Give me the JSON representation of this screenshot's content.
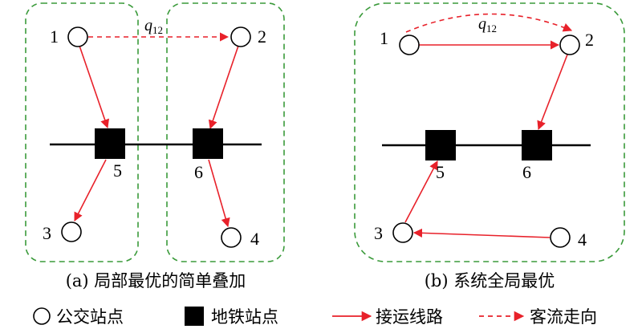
{
  "flow_label": {
    "main": "q",
    "sub": "12"
  },
  "panels": {
    "a": {
      "caption": "(a) 局部最优的简单叠加"
    },
    "b": {
      "caption": "(b) 系统全局最优"
    }
  },
  "nodes": [
    "1",
    "2",
    "3",
    "4",
    "5",
    "6"
  ],
  "legend": {
    "bus_stop": "公交站点",
    "metro_station": "地铁站点",
    "feeder_route": "接运线路",
    "passenger_flow": "客流走向"
  },
  "colors": {
    "route": "#e8212a",
    "group_border": "#3a9a3a",
    "station": "#000000"
  }
}
